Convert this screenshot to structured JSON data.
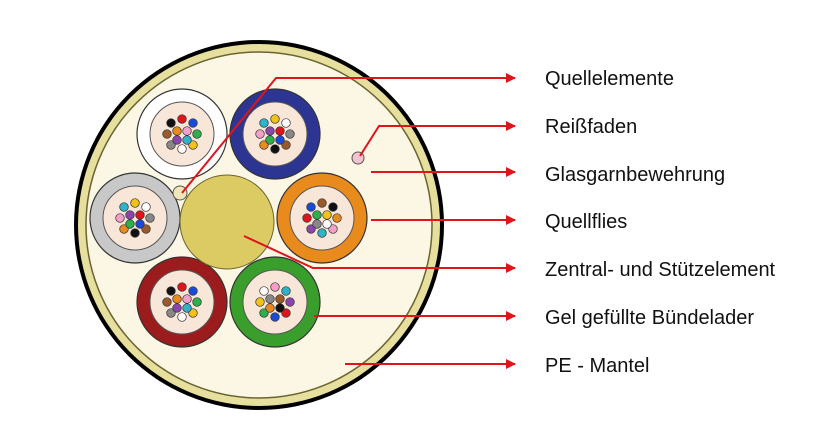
{
  "labels": [
    "Quellelemente",
    "Reißfaden",
    "Glasgarnbewehrung",
    "Quellflies",
    "Zentral- und Stützelement",
    "Gel gefüllte Bündelader",
    "PE - Mantel"
  ],
  "colors": {
    "jacket": "#000000",
    "armor": "#e6df9e",
    "fleece": "#fbf7e4",
    "central_element": "#dccb63",
    "leader_line": "#e0141b",
    "fiber_core": "#f8e6d8",
    "tube_colors": [
      "#ffffff",
      "#2c3592",
      "#e98a1c",
      "#3a9e2c",
      "#9c1c1d",
      "#c8c8c8"
    ],
    "fiber_colors": [
      "#e0141b",
      "#1a4bd6",
      "#2bb04a",
      "#f3c21a",
      "#ffffff",
      "#888888",
      "#9b5a2a",
      "#111111",
      "#e98a1c",
      "#f5a0c8",
      "#2fb3c9",
      "#8e44ad"
    ]
  }
}
